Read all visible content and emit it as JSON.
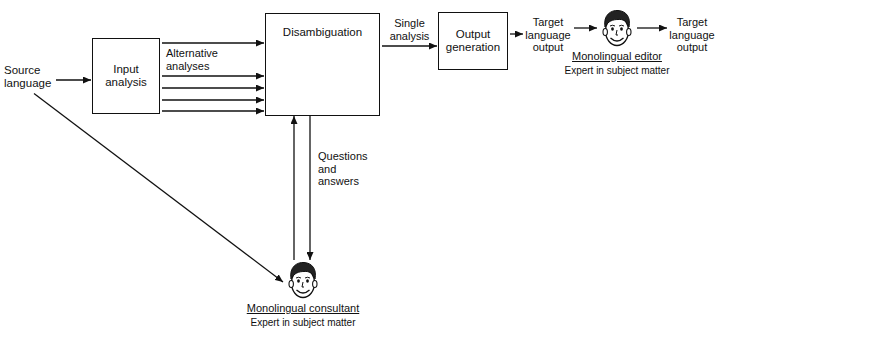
{
  "diagram": {
    "nodes": [
      {
        "text": [
          "Source language"
        ]
      },
      {
        "text": [
          "Input analysis"
        ]
      },
      {
        "text": [
          "Disambiguation"
        ]
      },
      {
        "text": [
          "Output generation"
        ]
      },
      {
        "text": [
          "Target language output"
        ]
      },
      {
        "text": [
          "Monolingual editor",
          "Expert in subject matter"
        ]
      },
      {
        "text": [
          "Target language output"
        ]
      },
      {
        "text": [
          "Monolingual consultant",
          "Expert in subject matter"
        ]
      }
    ],
    "edges": [
      {
        "from": 0,
        "to": 1,
        "arrow": "to"
      },
      {
        "from": 1,
        "to": 2,
        "arrow": "to"
      },
      {
        "from": 1,
        "to": 2,
        "arrow": "to"
      },
      {
        "from": 1,
        "to": 2,
        "arrow": "to"
      },
      {
        "from": 1,
        "to": 2,
        "arrow": "to"
      },
      {
        "from": 1,
        "to": 2,
        "arrow": "to"
      },
      {
        "from": 2,
        "to": 3,
        "label": "Single analysis",
        "arrow": "to"
      },
      {
        "from": 3,
        "to": 4,
        "arrow": "to"
      },
      {
        "from": 4,
        "to": 5,
        "arrow": "to"
      },
      {
        "from": 5,
        "to": 6,
        "arrow": "to"
      },
      {
        "from": 0,
        "to": 7,
        "arrow": "to"
      },
      {
        "from": 7,
        "to": 2,
        "arrow": "to"
      },
      {
        "from": 2,
        "to": 7,
        "label": "Questions and answers",
        "arrow": "to"
      }
    ],
    "labels": [
      "Alternative analyses"
    ]
  }
}
